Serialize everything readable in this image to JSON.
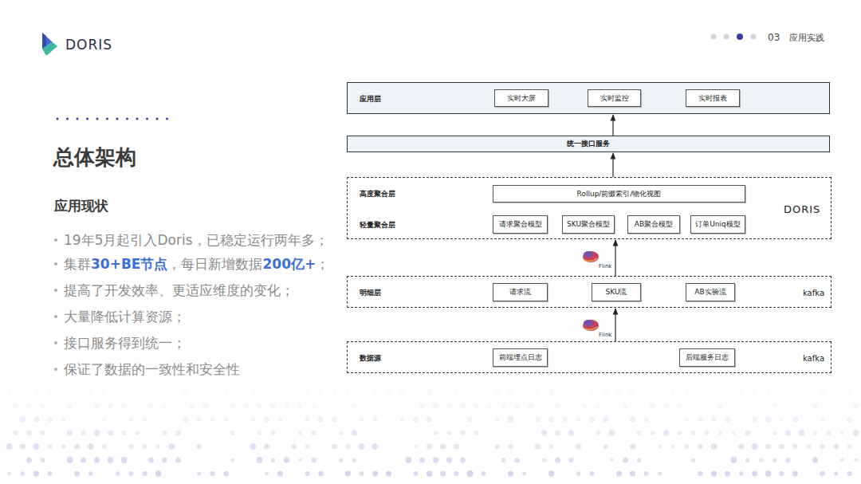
{
  "diagram": {
    "title": "总体架构",
    "nodes": [
      {
        "text": [
          "应用层"
        ]
      },
      {
        "text": [
          "实时大屏"
        ],
        "in": 0
      },
      {
        "text": [
          "实时监控"
        ],
        "in": 0
      },
      {
        "text": [
          "实时报表"
        ],
        "in": 0
      },
      {
        "text": [
          "统一接口服务"
        ]
      },
      {
        "text": [
          "高度聚合层",
          "轻量聚合层",
          "DORIS"
        ]
      },
      {
        "text": [
          "Rollup/前缀索引/物化视图"
        ],
        "in": 5
      },
      {
        "text": [
          "请求聚合模型"
        ],
        "in": 5
      },
      {
        "text": [
          "SKU聚合模型"
        ],
        "in": 5
      },
      {
        "text": [
          "AB聚合模型"
        ],
        "in": 5
      },
      {
        "text": [
          "订单Uniq模型"
        ],
        "in": 5
      },
      {
        "text": [
          "明细层",
          "kafka"
        ]
      },
      {
        "text": [
          "请求流"
        ],
        "in": 11
      },
      {
        "text": [
          "SKU流"
        ],
        "in": 11
      },
      {
        "text": [
          "AB实验流"
        ],
        "in": 11
      },
      {
        "text": [
          "数据源",
          "kafka"
        ]
      },
      {
        "text": [
          "前端埋点日志"
        ],
        "in": 15
      },
      {
        "text": [
          "后端服务日志"
        ],
        "in": 15
      }
    ],
    "edges": [
      {
        "from": 15,
        "to": 11,
        "label": "Flink",
        "arrow": "to"
      },
      {
        "from": 11,
        "to": 5,
        "label": "Flink",
        "arrow": "to"
      },
      {
        "from": 5,
        "to": 4,
        "arrow": "to"
      },
      {
        "from": 4,
        "to": 0,
        "arrow": "to"
      }
    ],
    "labels": [
      "DORIS",
      "03",
      "应用实践",
      "应用现状",
      "19年5月起引入Doris，已稳定运行两年多；",
      "集群",
      "30+BE节点",
      "，每日新增数据",
      "200亿+",
      "；",
      "提高了开发效率、更适应维度的变化；",
      "大量降低计算资源；",
      "接口服务得到统一；",
      "保证了数据的一致性和安全性"
    ]
  }
}
